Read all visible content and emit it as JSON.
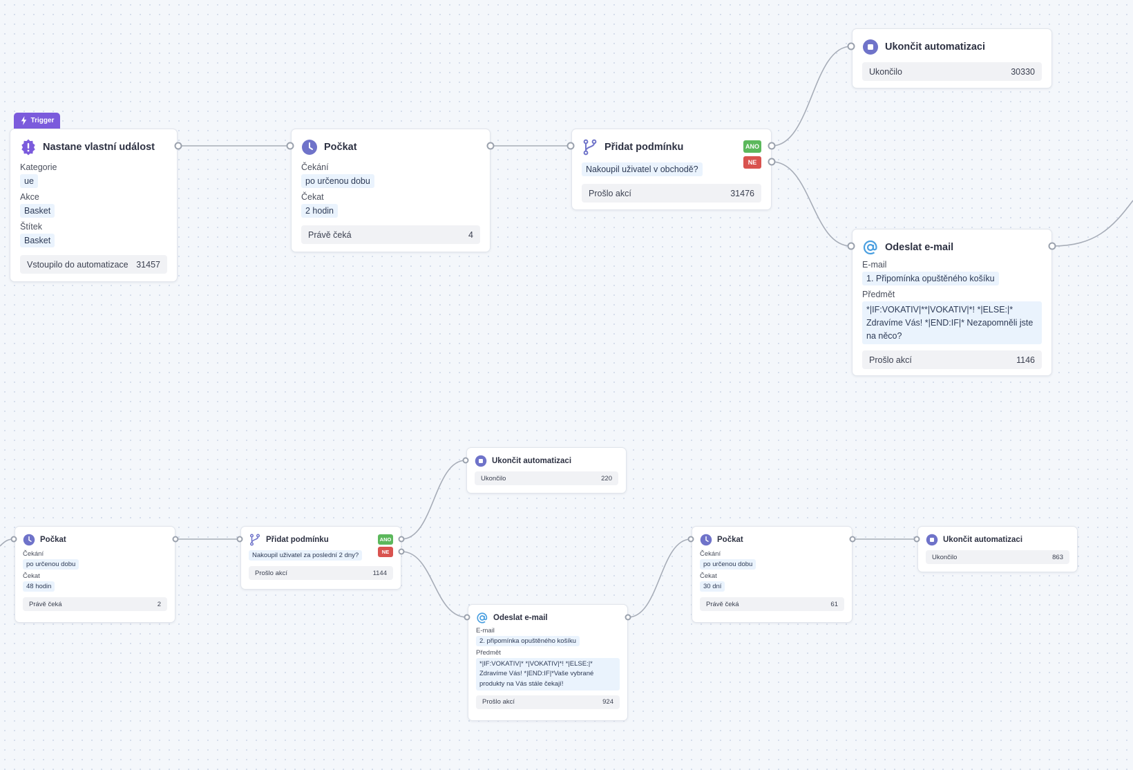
{
  "trigger": {
    "tag": "Trigger",
    "title": "Nastane vlastní událost",
    "icon": "alert-badge-icon",
    "kategorie_label": "Kategorie",
    "kategorie_value": "ue",
    "akce_label": "Akce",
    "akce_value": "Basket",
    "stitek_label": "Štítek",
    "stitek_value": "Basket",
    "stat_label": "Vstoupilo do automatizace",
    "stat_value": "31457"
  },
  "wait1": {
    "title": "Počkat",
    "icon": "clock-icon",
    "cekani_label": "Čekání",
    "cekani_value": "po určenou dobu",
    "cekat_label": "Čekat",
    "cekat_value": "2 hodin",
    "stat_label": "Právě čeká",
    "stat_value": "4"
  },
  "cond1": {
    "title": "Přidat podmínku",
    "icon": "branch-icon",
    "condition": "Nakoupil uživatel v obchodě?",
    "yes": "ANO",
    "no": "NE",
    "stat_label": "Prošlo akcí",
    "stat_value": "31476"
  },
  "end1": {
    "title": "Ukončit automatizaci",
    "icon": "stop-icon",
    "stat_label": "Ukončilo",
    "stat_value": "30330"
  },
  "email1": {
    "title": "Odeslat e-mail",
    "icon": "at-icon",
    "email_label": "E-mail",
    "email_value": "1. Připomínka opuštěného košíku",
    "predmet_label": "Předmět",
    "predmet_value": "*|IF:VOKATIV|**|VOKATIV|*!  *|ELSE:|* Zdravíme Vás!  *|END:IF|* Nezapomněli jste na něco?",
    "stat_label": "Prošlo akcí",
    "stat_value": "1146"
  },
  "wait2": {
    "title": "Počkat",
    "icon": "clock-icon",
    "cekani_label": "Čekání",
    "cekani_value": "po určenou dobu",
    "cekat_label": "Čekat",
    "cekat_value": "48 hodin",
    "stat_label": "Právě čeká",
    "stat_value": "2"
  },
  "cond2": {
    "title": "Přidat podmínku",
    "icon": "branch-icon",
    "condition": "Nakoupil uživatel za poslední 2 dny?",
    "yes": "ANO",
    "no": "NE",
    "stat_label": "Prošlo akcí",
    "stat_value": "1144"
  },
  "end2": {
    "title": "Ukončit automatizaci",
    "icon": "stop-icon",
    "stat_label": "Ukončilo",
    "stat_value": "220"
  },
  "email2": {
    "title": "Odeslat e-mail",
    "icon": "at-icon",
    "email_label": "E-mail",
    "email_value": "2. připomínka opuštěného košíku",
    "predmet_label": "Předmět",
    "predmet_value": "*|IF:VOKATIV|* *|VOKATIV|*! *|ELSE:|* Zdravíme Vás! *|END:IF|*Vaše vybrané produkty na Vás stále čekají!",
    "stat_label": "Prošlo akcí",
    "stat_value": "924"
  },
  "wait3": {
    "title": "Počkat",
    "icon": "clock-icon",
    "cekani_label": "Čekání",
    "cekani_value": "po určenou dobu",
    "cekat_label": "Čekat",
    "cekat_value": "30 dní",
    "stat_label": "Právě čeká",
    "stat_value": "61"
  },
  "end3": {
    "title": "Ukončit automatizaci",
    "icon": "stop-icon",
    "stat_label": "Ukončilo",
    "stat_value": "863"
  },
  "colors": {
    "accent": "#7b68c8",
    "trigger": "#7b5bdc",
    "yes": "#5cb85c",
    "no": "#d9534f",
    "email_icon": "#4a9fe0",
    "chip_bg": "#eaf3fd"
  }
}
